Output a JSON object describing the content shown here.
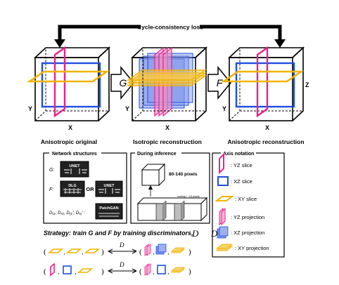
{
  "loss_label": "Cycle-consistency loss",
  "panels": {
    "original": {
      "caption": "Anisotropic original"
    },
    "isotropic": {
      "caption": "Isotropic reconstruction"
    },
    "reconstruction": {
      "caption": "Anisotropic reconstruction"
    }
  },
  "axis_letters": {
    "x": "X",
    "y": "Y",
    "z": "Z"
  },
  "arrows": {
    "g": "G",
    "f": "F"
  },
  "network_box": {
    "title": "Network structures",
    "rows": [
      {
        "symbol": "G:",
        "nets": [
          "UNET"
        ]
      },
      {
        "symbol": "F:",
        "nets": [
          "DLG",
          "UNET"
        ],
        "or": "OR"
      },
      {
        "symbol": "Dᵧᵪ, Dₓᵪ, Dᵧᵪʹ, Dₓᵪʹ :",
        "nets": [
          "PatchGAN"
        ]
      }
    ]
  },
  "inference_box": {
    "title": "During inference",
    "size_label": "80-140 pixels",
    "overlap_label": "overlap: ~10 pixels"
  },
  "axis_notation": {
    "title": "Axis notation",
    "items": [
      {
        "label": ": YZ slice",
        "color": "#e8228c"
      },
      {
        "label": ": XZ slice",
        "color": "#1e4fe0"
      },
      {
        "label": ": XY slice",
        "color": "#f0b400"
      },
      {
        "label": ": YZ projection",
        "color": "#e8228c"
      },
      {
        "label": ": XZ projection",
        "color": "#1e4fe0"
      },
      {
        "label": ": XY projection",
        "color": "#f0b400"
      }
    ]
  },
  "strategy": {
    "text": "Strategy: train G and F by training discriminators,",
    "d1": "D",
    "d2": "D",
    "row1_op": "D",
    "row2_op": "D"
  },
  "colors": {
    "magenta": "#e8228c",
    "blue": "#1e4fe0",
    "yellow": "#f0b400",
    "blue_fill": "#7f95ea"
  }
}
